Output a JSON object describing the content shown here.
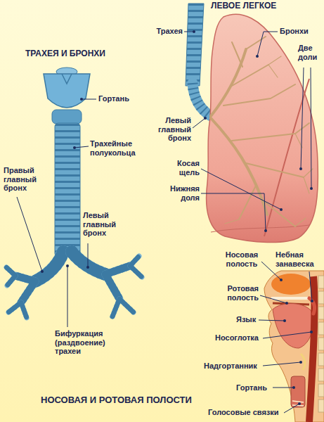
{
  "diagram": {
    "labels": [
      "ЛЕВОЕ ЛЕГКОЕ",
      "ТРАХЕЯ И БРОНХИ",
      "Трахея",
      "Бронхи",
      "Две доли",
      "Гортань",
      "Трахейные полукольца",
      "Левый главный бронх",
      "Правый главный бронх",
      "Косая щель",
      "Нижняя доля",
      "Левый главный бронх",
      "Носовая полость",
      "Небная занавеска",
      "Ротовая полость",
      "Язык",
      "Носоглотка",
      "Бифуркация (раздвоение) трахеи",
      "Надгортанник",
      "Гортань",
      "Голосовые связки",
      "НОСОВАЯ И РОТОВАЯ ПОЛОСТИ"
    ]
  }
}
